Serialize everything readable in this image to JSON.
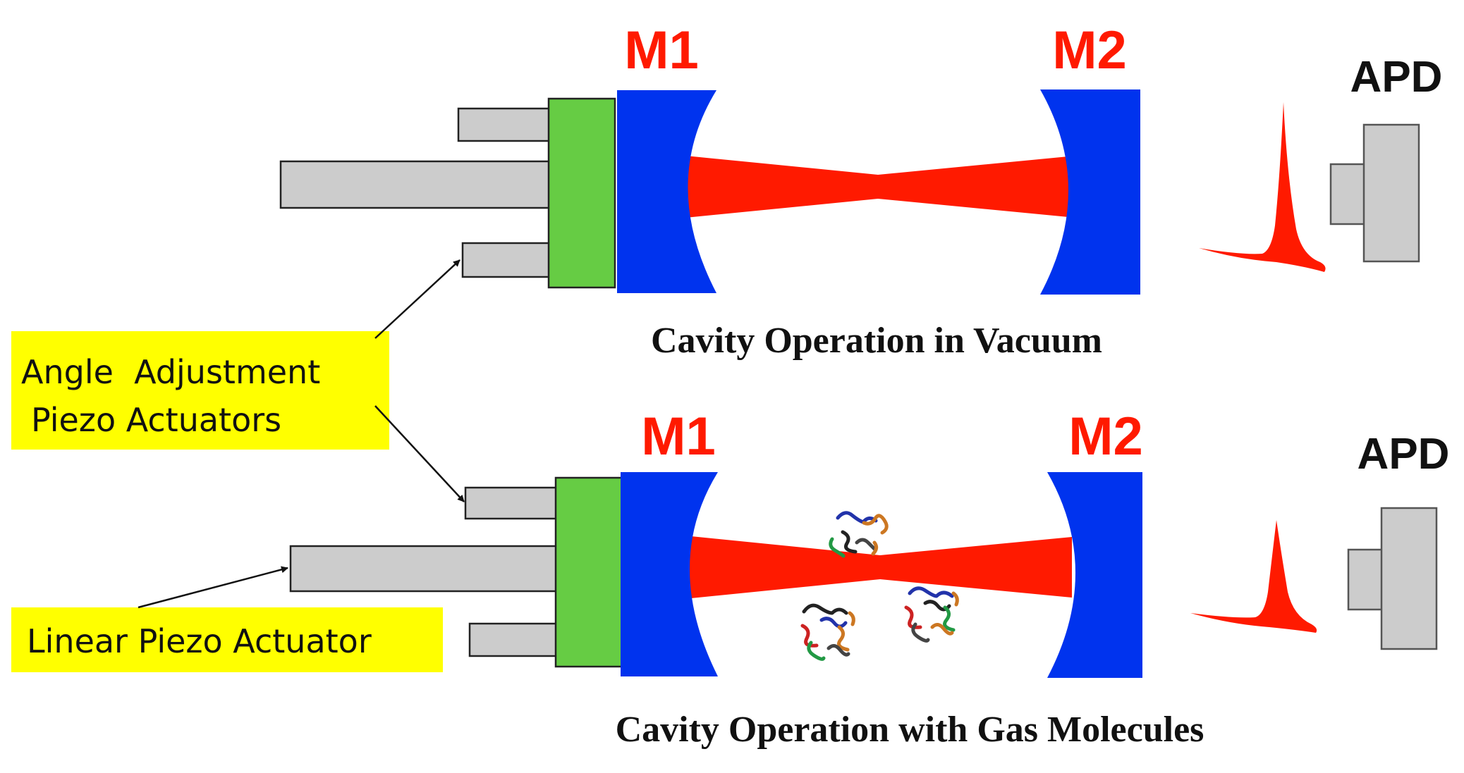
{
  "colors": {
    "mirror": "#0033ee",
    "beam": "#ff1a00",
    "label_red": "#ff1a00",
    "mount": "#66cc44",
    "actuator": "#cccccc",
    "callout": "#ffff00",
    "text": "#111111"
  },
  "top_setup": {
    "mirror1_label": "M1",
    "mirror2_label": "M2",
    "detector_label": "APD",
    "caption": "Cavity Operation in Vacuum"
  },
  "bottom_setup": {
    "mirror1_label": "M1",
    "mirror2_label": "M2",
    "detector_label": "APD",
    "caption": "Cavity Operation with Gas Molecules"
  },
  "callouts": {
    "angle_line1": "Angle  Adjustment",
    "angle_line2": "Piezo Actuators",
    "linear": "Linear Piezo Actuator"
  },
  "icons": {
    "molecules": "gas-molecule-cluster-icon",
    "pulse": "pulse-signal-icon"
  }
}
